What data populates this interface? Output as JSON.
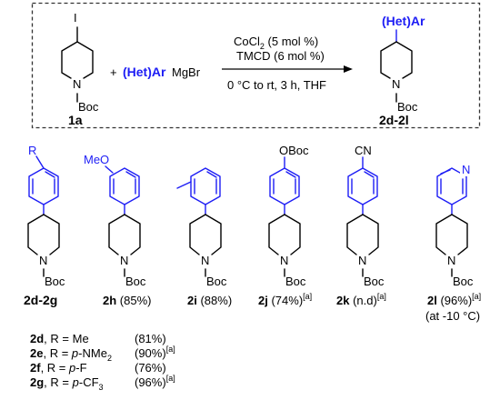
{
  "reaction": {
    "reagent_1_label": "1a",
    "reagent_1_i": "I",
    "reagent_1_n": "N",
    "reagent_1_boc": "Boc",
    "plus": "+",
    "grignard_het": "(Het)Ar",
    "grignard_rest": "MgBr",
    "condition_1": "CoCl",
    "condition_1_sub": "2",
    "condition_1_rest": " (5 mol %)",
    "condition_2": "TMCD (6 mol %)",
    "condition_3": "0 °C to rt, 3 h, THF",
    "product_label": "2d-2l",
    "product_het": "(Het)Ar",
    "product_n": "N",
    "product_boc": "Boc"
  },
  "compounds": [
    {
      "id": "2d-2g",
      "yield": "",
      "note": "",
      "substituent": "R",
      "n": "N",
      "boc": "Boc"
    },
    {
      "id": "2h",
      "yield": "(85%)",
      "note": "",
      "substituent": "MeO",
      "n": "N",
      "boc": "Boc"
    },
    {
      "id": "2i",
      "yield": "(88%)",
      "note": "",
      "substituent": "",
      "n": "N",
      "boc": "Boc"
    },
    {
      "id": "2j",
      "yield": "(74%)",
      "note": "[a]",
      "substituent": "OBoc",
      "n": "N",
      "boc": "Boc"
    },
    {
      "id": "2k",
      "yield": "(n.d)",
      "note": "[a]",
      "substituent": "CN",
      "n": "N",
      "boc": "Boc"
    },
    {
      "id": "2l",
      "yield": "(96%)",
      "note": "[a]",
      "substituent": "N",
      "n": "N",
      "boc": "Boc",
      "extra": "(at -10 °C)"
    }
  ],
  "r_table": [
    {
      "id": "2d",
      "r_prefix": "R = ",
      "r_italic": "",
      "r_value": "Me",
      "r_sub": "",
      "yield": "(81%)",
      "note": ""
    },
    {
      "id": "2e",
      "r_prefix": "R = ",
      "r_italic": "p",
      "r_value": "-NMe",
      "r_sub": "2",
      "yield": "(90%)",
      "note": "[a]"
    },
    {
      "id": "2f",
      "r_prefix": "R = ",
      "r_italic": "p",
      "r_value": "-F",
      "r_sub": "",
      "yield": "(76%)",
      "note": ""
    },
    {
      "id": "2g",
      "r_prefix": "R = ",
      "r_italic": "p",
      "r_value": "-CF",
      "r_sub": "3",
      "yield": "(96%)",
      "note": "[a]"
    }
  ],
  "colors": {
    "highlight": "#1d1df5",
    "ink": "#000000"
  }
}
